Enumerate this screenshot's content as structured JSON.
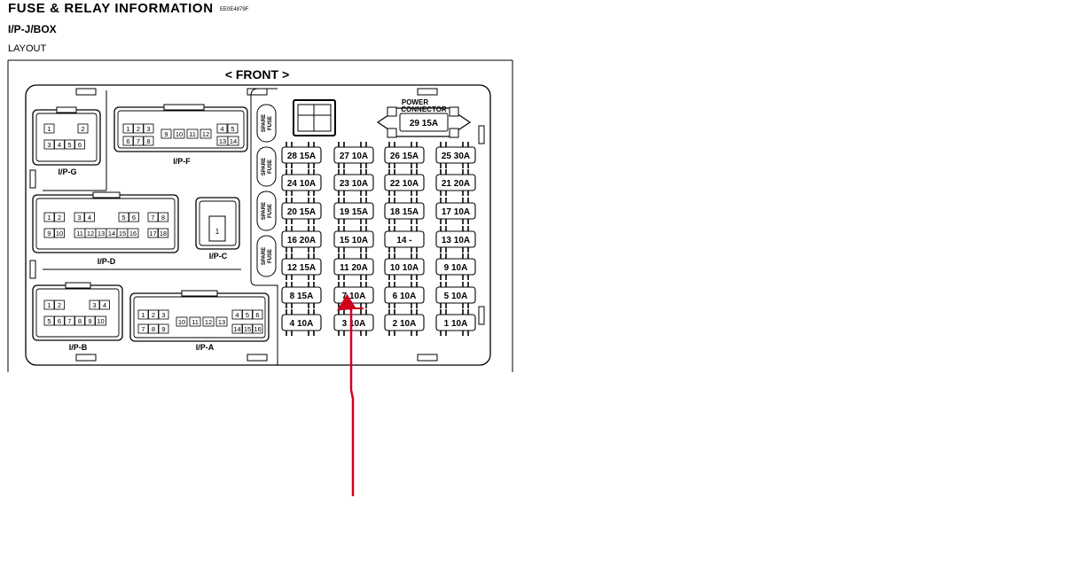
{
  "header": {
    "title": "FUSE & RELAY INFORMATION",
    "code": "EE0E4879F",
    "subtitle": "I/P-J/BOX",
    "section": "LAYOUT"
  },
  "front_label": "< FRONT >",
  "spare_fuse_label": [
    "SPARE",
    "FUSE"
  ],
  "power_connector": {
    "label_line1": "POWER",
    "label_line2": "CONNECTOR",
    "fuse": "29 15A"
  },
  "fuses": [
    [
      "28 15A",
      "27 10A",
      "26 15A",
      "25 30A"
    ],
    [
      "24 10A",
      "23 10A",
      "22 10A",
      "21 20A"
    ],
    [
      "20 15A",
      "19 15A",
      "18 15A",
      "17 10A"
    ],
    [
      "16 20A",
      "15 10A",
      "14  -",
      "13 10A"
    ],
    [
      "12 15A",
      "11 20A",
      "10 10A",
      "9 10A"
    ],
    [
      "8 15A",
      "7 10A",
      "6 10A",
      "5 10A"
    ],
    [
      "4 10A",
      "3 10A",
      "2 10A",
      "1 10A"
    ]
  ],
  "connectors": {
    "ipg": {
      "name": "I/P-G",
      "pins": [
        "1",
        "2",
        "3",
        "4",
        "5",
        "6"
      ]
    },
    "ipf": {
      "name": "I/P-F",
      "pins": [
        "1",
        "2",
        "3",
        "4",
        "5",
        "6",
        "7",
        "8",
        "9",
        "10",
        "11",
        "12",
        "13",
        "14"
      ]
    },
    "ipd": {
      "name": "I/P-D",
      "pins": [
        "1",
        "2",
        "3",
        "4",
        "5",
        "6",
        "7",
        "8",
        "9",
        "10",
        "11",
        "12",
        "13",
        "14",
        "15",
        "16",
        "17",
        "18"
      ]
    },
    "ipc": {
      "name": "I/P-C",
      "pins": [
        "1"
      ]
    },
    "ipb": {
      "name": "I/P-B",
      "pins": [
        "1",
        "2",
        "3",
        "4",
        "5",
        "6",
        "7",
        "8",
        "9",
        "10"
      ]
    },
    "ipa": {
      "name": "I/P-A",
      "pins": [
        "1",
        "2",
        "3",
        "4",
        "5",
        "6",
        "7",
        "8",
        "9",
        "10",
        "11",
        "12",
        "13",
        "14",
        "15",
        "16"
      ]
    }
  },
  "colors": {
    "line": "#000000",
    "background": "#ffffff",
    "annotation_arrow": "#d0021b"
  }
}
